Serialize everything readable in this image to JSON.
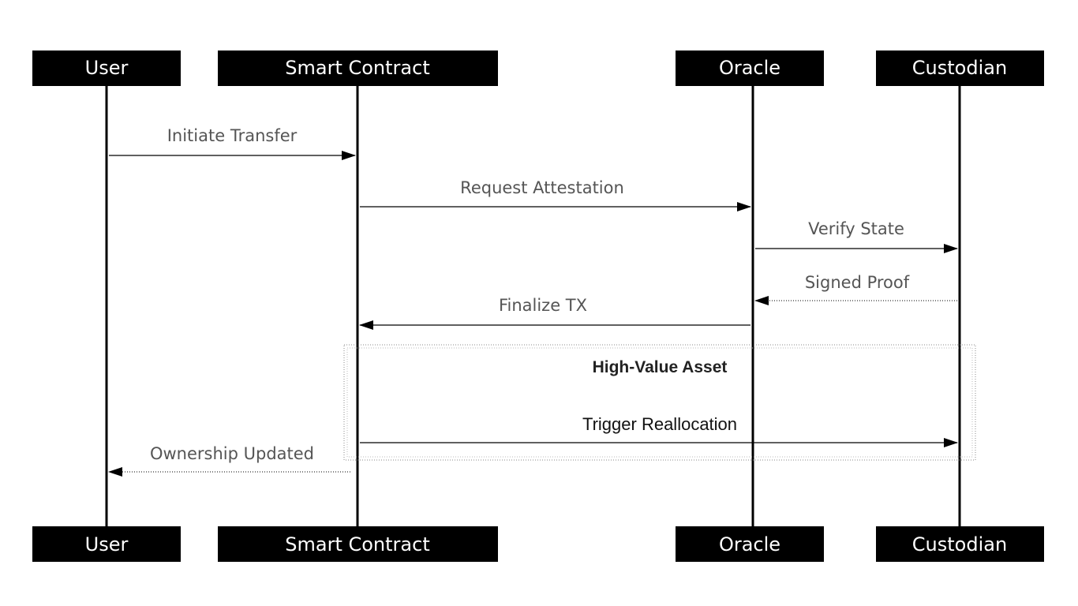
{
  "participants": [
    {
      "id": "user",
      "label": "User"
    },
    {
      "id": "contract",
      "label": "Smart Contract"
    },
    {
      "id": "oracle",
      "label": "Oracle"
    },
    {
      "id": "custodian",
      "label": "Custodian"
    }
  ],
  "messages": [
    {
      "id": "initiate-transfer",
      "label": "Initiate Transfer",
      "from": "user",
      "to": "contract",
      "style": "solid"
    },
    {
      "id": "request-attestation",
      "label": "Request Attestation",
      "from": "contract",
      "to": "oracle",
      "style": "solid"
    },
    {
      "id": "verify-state",
      "label": "Verify State",
      "from": "oracle",
      "to": "custodian",
      "style": "solid"
    },
    {
      "id": "signed-proof",
      "label": "Signed Proof",
      "from": "custodian",
      "to": "oracle",
      "style": "dotted"
    },
    {
      "id": "finalize-tx",
      "label": "Finalize TX",
      "from": "oracle",
      "to": "contract",
      "style": "solid"
    },
    {
      "id": "trigger-reallocation",
      "label": "Trigger Reallocation",
      "from": "contract",
      "to": "custodian",
      "style": "solid"
    },
    {
      "id": "ownership-updated",
      "label": "Ownership Updated",
      "from": "contract",
      "to": "user",
      "style": "dotted"
    }
  ],
  "frame": {
    "label": "High-Value Asset"
  }
}
